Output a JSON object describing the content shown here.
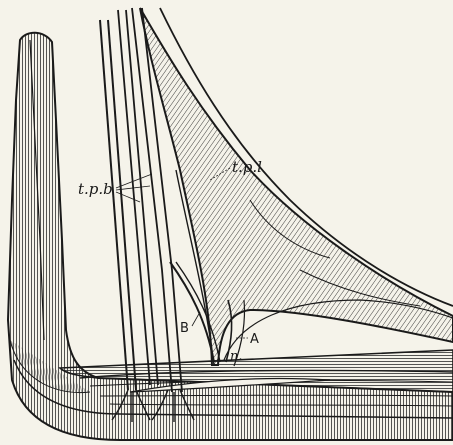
{
  "figure": {
    "labels": {
      "tpb": "t.p.b",
      "tpl": "t.p.l",
      "a": "A",
      "b": "B",
      "n": "n."
    }
  }
}
